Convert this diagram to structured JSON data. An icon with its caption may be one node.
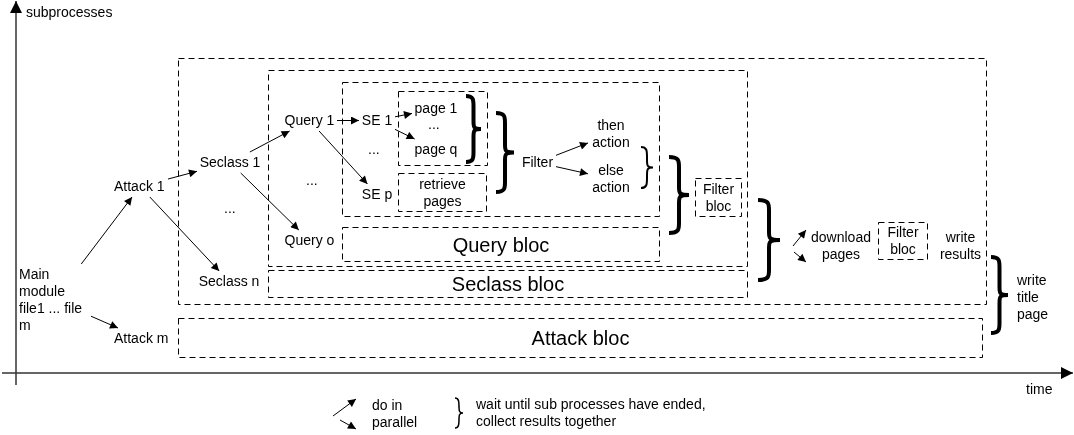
{
  "diagram": {
    "nodes": [
      {
        "text": [
          "Main module file1 ... file m"
        ]
      },
      {
        "text": [
          "Attack 1"
        ]
      },
      {
        "text": [
          "Attack m"
        ]
      },
      {
        "text": [],
        "shape": "box"
      },
      {
        "text": [
          "Seclass 1"
        ],
        "in": 3
      },
      {
        "text": [
          "Seclass n"
        ],
        "in": 3
      },
      {
        "text": [],
        "shape": "box",
        "in": 3
      },
      {
        "text": [
          "Query 1"
        ],
        "in": 6
      },
      {
        "text": [
          "Query o"
        ],
        "in": 6
      },
      {
        "text": [],
        "shape": "box",
        "in": 6
      },
      {
        "text": [
          "SE 1"
        ],
        "in": 9
      },
      {
        "text": [
          "SE p"
        ],
        "in": 9
      },
      {
        "text": [],
        "shape": "box",
        "in": 9
      },
      {
        "text": [
          "page 1"
        ],
        "in": 12
      },
      {
        "text": [
          "page q"
        ],
        "in": 12
      },
      {
        "text": [
          "retrieve pages"
        ],
        "in": 9
      },
      {
        "text": [
          "Filter"
        ],
        "in": 9
      },
      {
        "text": [
          "then action"
        ],
        "in": 9
      },
      {
        "text": [
          "else action"
        ],
        "in": 9
      },
      {
        "text": [
          "Query bloc"
        ],
        "in": 6
      },
      {
        "text": [
          "Filter bloc"
        ],
        "in": 6
      },
      {
        "text": [
          "Seclass bloc"
        ],
        "in": 3
      },
      {
        "text": [
          "download pages"
        ],
        "in": 3
      },
      {
        "text": [
          "Filter bloc"
        ],
        "in": 3
      },
      {
        "text": [
          "write results"
        ],
        "in": 3
      },
      {
        "text": [
          "write title page"
        ]
      },
      {
        "text": [
          "Attack bloc"
        ]
      }
    ],
    "edges": [
      {
        "from": 0,
        "to": 1,
        "arrow": "to"
      },
      {
        "from": 0,
        "to": 2,
        "arrow": "to"
      },
      {
        "from": 1,
        "to": 4,
        "arrow": "to"
      },
      {
        "from": 1,
        "to": 5,
        "arrow": "to"
      },
      {
        "from": 4,
        "to": 7,
        "arrow": "to"
      },
      {
        "from": 4,
        "to": 8,
        "arrow": "to"
      },
      {
        "from": 7,
        "to": 10,
        "arrow": "to"
      },
      {
        "from": 7,
        "to": 11,
        "arrow": "to"
      },
      {
        "from": 10,
        "to": 13,
        "arrow": "to"
      },
      {
        "from": 10,
        "to": 14,
        "arrow": "to"
      },
      {
        "from": 16,
        "to": 17,
        "arrow": "to"
      },
      {
        "from": 16,
        "to": 18,
        "arrow": "to"
      },
      {
        "from": null,
        "to": 22,
        "arrow": "to"
      },
      {
        "from": null,
        "to": 22,
        "arrow": "to"
      }
    ],
    "labels": [
      "subprocesses",
      "...",
      "...",
      "...",
      "...",
      "time"
    ],
    "legend": [
      {
        "text": "do in parallel"
      },
      {
        "text": "wait until sub processes have ended, collect results together"
      }
    ]
  }
}
